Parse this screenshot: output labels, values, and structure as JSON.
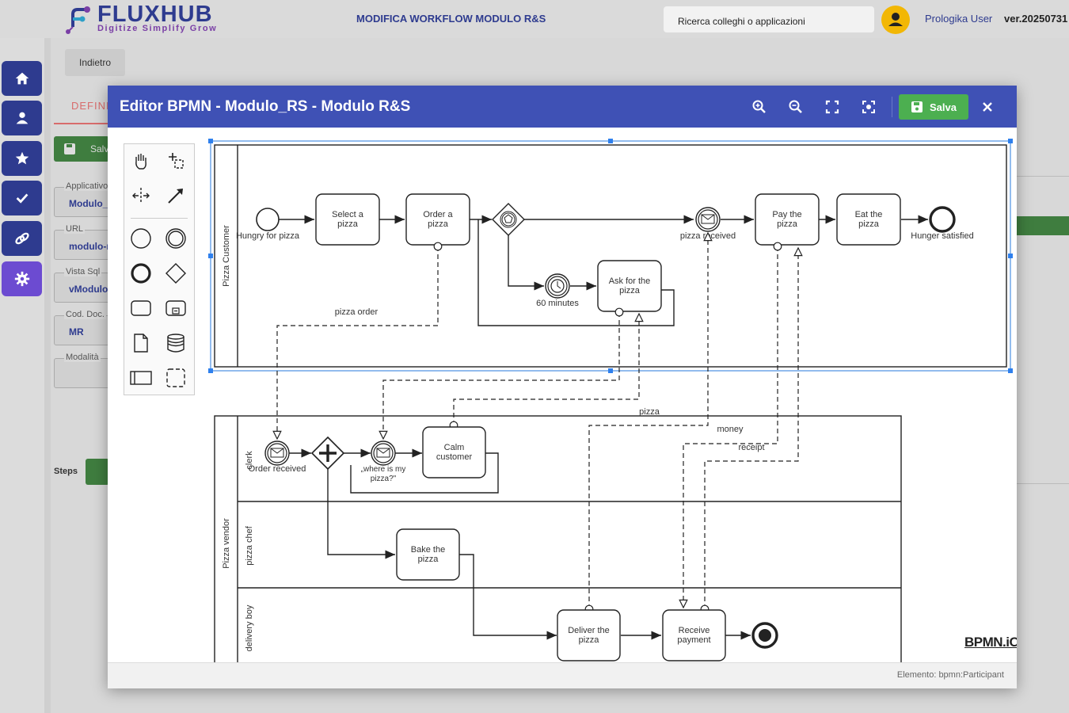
{
  "brand": {
    "name": "FLUXHUB",
    "tagline": "Digitize Simplify Grow"
  },
  "header": {
    "page_title": "MODIFICA WORKFLOW MODULO R&S",
    "search_placeholder": "Ricerca colleghi o applicazioni",
    "user_name": "Prologika User",
    "version": "ver.20250731"
  },
  "nav": {
    "items": [
      "home-icon",
      "user-icon",
      "star-icon",
      "check-icon",
      "link-icon",
      "gear-icon"
    ]
  },
  "background_form": {
    "back_label": "Indietro",
    "tab_label": "DEFINI",
    "save_label": "Salva",
    "fields": [
      {
        "label": "Applicativo",
        "value": "Modulo_RS"
      },
      {
        "label": "URL",
        "value": "modulo-rs"
      },
      {
        "label": "Vista Sql",
        "value": "vModulo_RS"
      },
      {
        "label": "Cod. Doc.",
        "value": "MR"
      },
      {
        "label": "Modalità",
        "value": ""
      }
    ],
    "steps_label": "Steps"
  },
  "modal": {
    "title": "Editor BPMN - Modulo_RS - Modulo R&S",
    "save_label": "Salva",
    "header_icons": [
      "zoom-in-icon",
      "zoom-out-icon",
      "fullscreen-icon",
      "fit-view-icon",
      "close-icon"
    ],
    "status": "Elemento: bpmn:Participant",
    "logo": "BPMN.iO"
  },
  "palette": {
    "tools": [
      "hand-tool-icon",
      "lasso-tool-icon",
      "space-tool-icon",
      "connect-tool-icon",
      "start-event-icon",
      "intermediate-event-icon",
      "end-event-icon",
      "gateway-icon",
      "task-icon",
      "subprocess-icon",
      "data-object-icon",
      "data-store-icon",
      "participant-icon",
      "group-icon"
    ]
  },
  "diagram": {
    "pool_customer": "Pizza Customer",
    "pool_vendor": "Pizza vendor",
    "lane_clerk": "clerk",
    "lane_chef": "pizza chef",
    "lane_delivery": "delivery boy",
    "start_customer": "Hungry for pizza",
    "task_select": "Select a pizza",
    "task_order": "Order a pizza",
    "timer_label": "60 minutes",
    "task_ask": "Ask for the pizza",
    "event_received": "pizza received",
    "task_pay": "Pay the pizza",
    "task_eat": "Eat the pizza",
    "end_customer": "Hunger satisfied",
    "msg_order": "pizza order",
    "msg_pizza": "pizza",
    "msg_money": "money",
    "msg_receipt": "receipt",
    "event_order_received": "Order received",
    "event_where": "„where is my pizza?\"",
    "task_calm": "Calm customer",
    "task_bake": "Bake the pizza",
    "task_deliver": "Deliver the pizza",
    "task_receive": "Receive payment"
  }
}
